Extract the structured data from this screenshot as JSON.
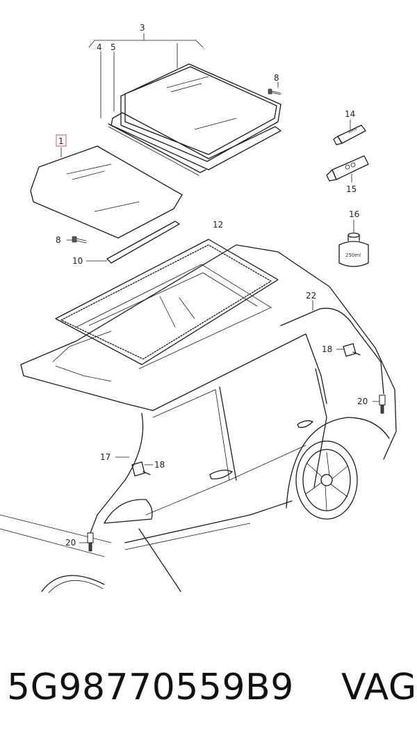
{
  "diagram": {
    "callouts": [
      {
        "id": "c3",
        "label": "3"
      },
      {
        "id": "c4",
        "label": "4"
      },
      {
        "id": "c5",
        "label": "5"
      },
      {
        "id": "c1",
        "label": "1"
      },
      {
        "id": "c8a",
        "label": "8"
      },
      {
        "id": "c8b",
        "label": "8"
      },
      {
        "id": "c10",
        "label": "10"
      },
      {
        "id": "c12",
        "label": "12"
      },
      {
        "id": "c14",
        "label": "14"
      },
      {
        "id": "c15",
        "label": "15"
      },
      {
        "id": "c16",
        "label": "16"
      },
      {
        "id": "c22",
        "label": "22"
      },
      {
        "id": "c18a",
        "label": "18"
      },
      {
        "id": "c18b",
        "label": "18"
      },
      {
        "id": "c20a",
        "label": "20"
      },
      {
        "id": "c20b",
        "label": "20"
      },
      {
        "id": "c17",
        "label": "17"
      }
    ],
    "tube_label_14": "AMV",
    "container_volume": "250ml",
    "highlight_color": "#e05050"
  },
  "footer": {
    "part_number": "5G98770559B9",
    "brand": "VAG"
  }
}
